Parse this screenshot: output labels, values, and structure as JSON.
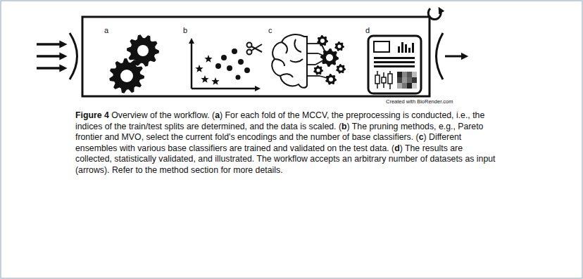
{
  "diagram": {
    "caption": "Figure 4 Overview of the workflow. (a) For each fold of the MCCV, the preprocessing is conducted, i.e., the indices of the train/test splits are determined, and the data is scaled. (b) The pruning methods, e.g., Pareto frontier and MVO, select the current fold's encodings and the number of base classifiers. (c) Different ensembles with various base classifiers are trained and validated on the test data. (d) The results are collected, statistically validated, and illustrated. The workflow accepts an arbitrary number of datasets as input (arrows). Refer to the method section for more details.",
    "labels": [
      "a",
      "b",
      "c",
      "d",
      "Created with BioRender.com"
    ]
  }
}
